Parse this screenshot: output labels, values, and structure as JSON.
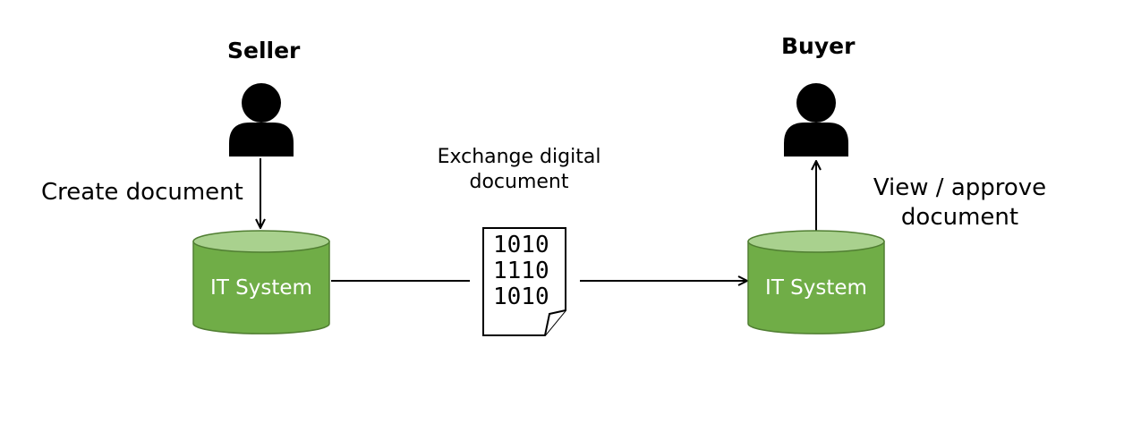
{
  "seller": {
    "label": "Seller"
  },
  "buyer": {
    "label": "Buyer"
  },
  "actions": {
    "create": "Create document",
    "exchange": "Exchange digital document",
    "view": "View / approve document"
  },
  "systems": {
    "left": "IT System",
    "right": "IT System"
  },
  "document": {
    "lines": [
      "1010",
      "1110",
      "1010"
    ]
  },
  "colors": {
    "cylinder_body": "#70ad47",
    "cylinder_top": "#a9d18e",
    "cylinder_border": "#507e32",
    "person": "#000000",
    "line": "#000000"
  }
}
